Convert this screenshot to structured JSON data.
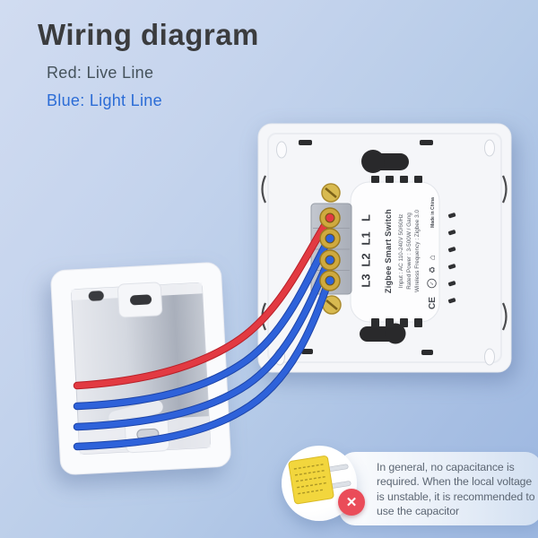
{
  "header": {
    "title": "Wiring diagram",
    "legend_live": "Red: Live Line",
    "legend_light": "Blue: Light Line"
  },
  "switch_module": {
    "name": "Zigbee Smart Switch",
    "spec_input": "Input : AC 110-240V 50/60Hz",
    "spec_power": "Rated Power : 3-500W / Gang",
    "spec_wireless": "Wireless Frequency : Zigbee 3.0",
    "made_in": "Made in China",
    "terminals": [
      "L",
      "L1",
      "L2",
      "L3"
    ]
  },
  "icons": {
    "ce_mark": "CE",
    "check": "✓",
    "recycle": "♻",
    "enclosure": "⌂",
    "no_capacitor": "✕"
  },
  "wires": {
    "live_color": "#e23a42",
    "light_color": "#2e62da"
  },
  "note": {
    "lines": [
      "In general, no capacitance is",
      "required. When the local voltage",
      "is unstable, it is recommended to",
      "use the capacitor"
    ]
  }
}
